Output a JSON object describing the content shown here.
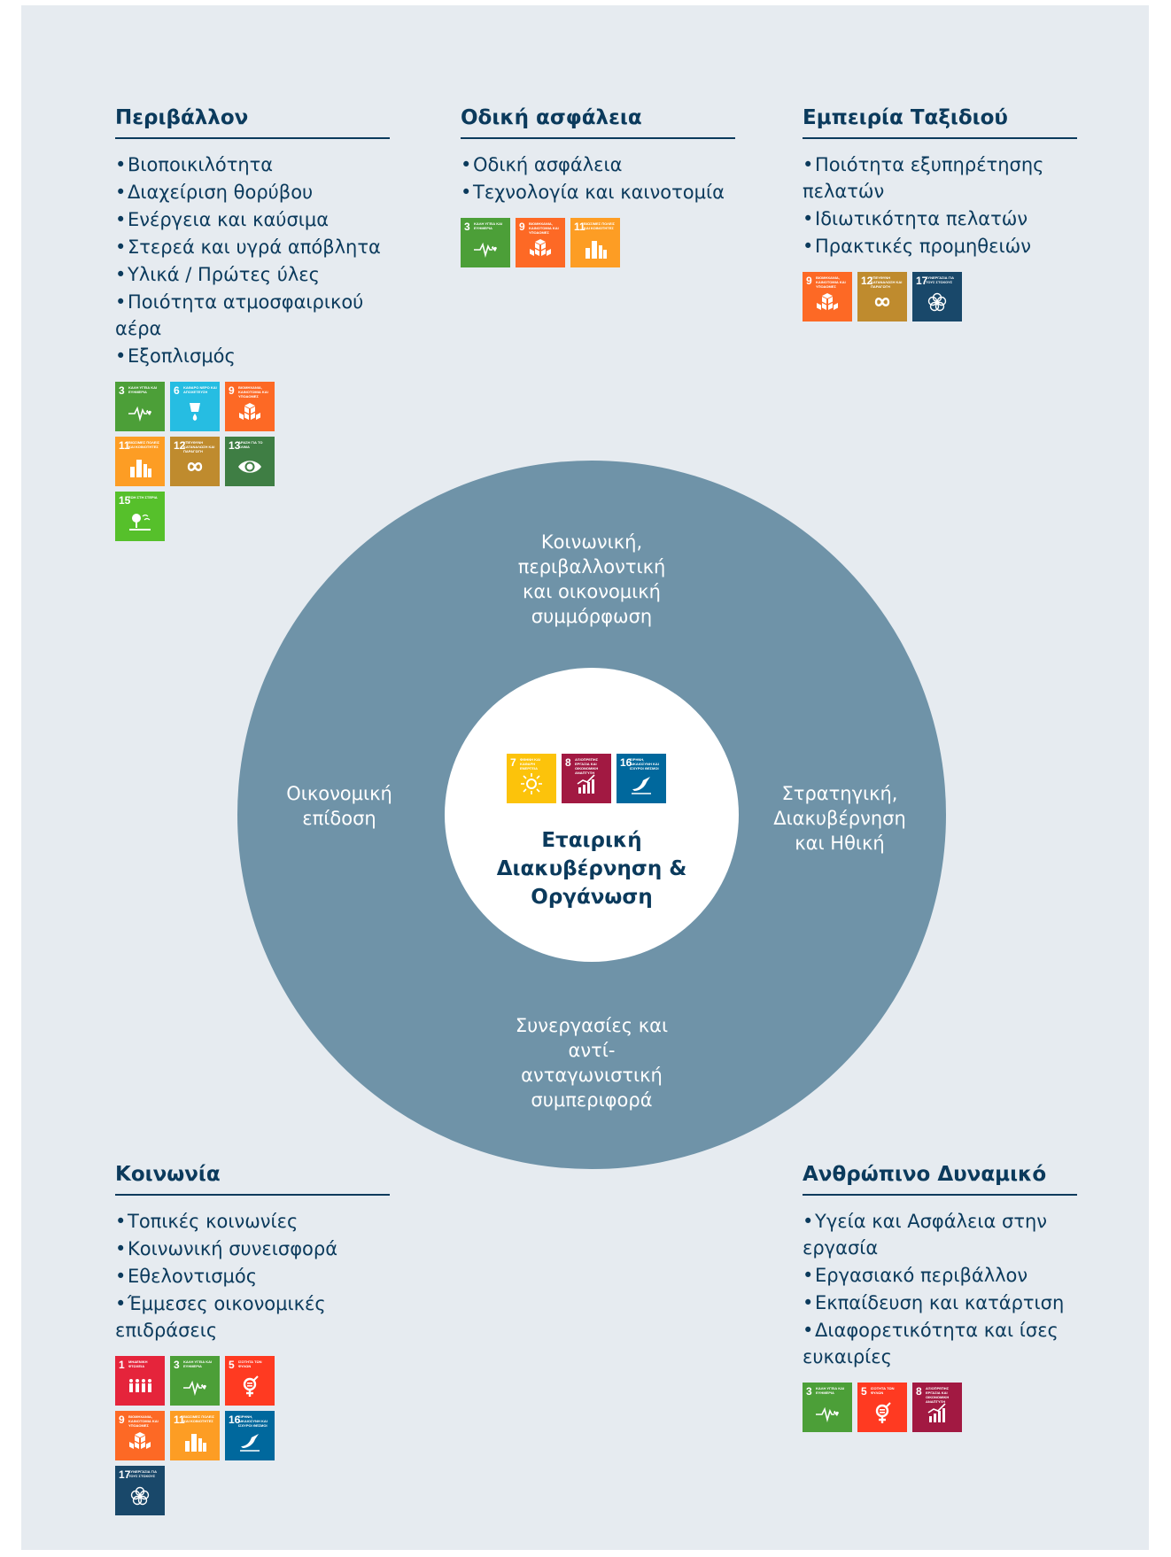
{
  "sections": {
    "environment": {
      "title": "Περιβάλλον",
      "items": [
        "Βιοποικιλότητα",
        "Διαχείριση θορύβου",
        "Ενέργεια και καύσιμα",
        "Στερεά και υγρά απόβλητα",
        "Υλικά / Πρώτες ύλες",
        "Ποιότητα ατμοσφαιρικού αέρα",
        "Εξοπλισμός"
      ],
      "sdgs": [
        3,
        6,
        9,
        11,
        12,
        13,
        15
      ]
    },
    "road_safety": {
      "title": "Οδική ασφάλεια",
      "items": [
        "Οδική ασφάλεια",
        "Τεχνολογία και καινοτομία"
      ],
      "sdgs": [
        3,
        9,
        11
      ]
    },
    "travel": {
      "title": "Εμπειρία Ταξιδιού",
      "items": [
        "Ποιότητα εξυπηρέτησης πελατών",
        "Ιδιωτικότητα πελατών",
        "Πρακτικές προμηθειών"
      ],
      "sdgs": [
        9,
        12,
        17
      ]
    },
    "society": {
      "title": "Κοινωνία",
      "items": [
        "Τοπικές κοινωνίες",
        "Κοινωνική συνεισφορά",
        "Εθελοντισμός",
        "Έμμεσες οικονομικές επιδράσεις"
      ],
      "sdgs": [
        1,
        3,
        5,
        9,
        11,
        16,
        17
      ]
    },
    "human": {
      "title": "Ανθρώπινο Δυναμικό",
      "items": [
        "Υγεία και Ασφάλεια στην εργασία",
        "Εργασιακό περιβάλλον",
        "Εκπαίδευση και κατάρτιση",
        "Διαφορετικότητα και ίσες ευκαιρίες"
      ],
      "sdgs": [
        3,
        5,
        8
      ]
    }
  },
  "ring": {
    "top": "Κοινωνική, περιβαλλοντική και οικονομική συμμόρφωση",
    "left": "Οικονομική επίδοση",
    "right": "Στρατηγική, Διακυβέρνηση και Ηθική",
    "bottom": "Συνεργασίες και αντί-ανταγωνιστική συμπεριφορά"
  },
  "core": {
    "title": "Εταιρική Διακυβέρνηση & Οργάνωση",
    "sdgs": [
      7,
      8,
      16
    ]
  },
  "sdg_catalog": {
    "1": {
      "label": "ΜΗΔΕΝΙΚΗ ΦΤΩΧΕΙΑ",
      "color": "#e5243b",
      "icon": "people-icon"
    },
    "3": {
      "label": "ΚΑΛΗ ΥΓΕΙΑ ΚΑΙ ΕΥΗΜΕΡΙΑ",
      "color": "#4c9f38",
      "icon": "heartbeat-icon"
    },
    "5": {
      "label": "ΙΣΟΤΗΤΑ ΤΩΝ ΦΥΛΩΝ",
      "color": "#ff3a21",
      "icon": "gender-icon"
    },
    "6": {
      "label": "ΚΑΘΑΡΟ ΝΕΡΟ ΚΑΙ ΑΠΟΧΕΤΕΥΣΗ",
      "color": "#26bde2",
      "icon": "water-icon"
    },
    "7": {
      "label": "ΦΘΗΝΗ ΚΑΙ ΚΑΘΑΡΗ ΕΝΕΡΓΕΙΑ",
      "color": "#fcc30b",
      "icon": "sun-icon"
    },
    "8": {
      "label": "ΑΞΙΟΠΡΕΠΗΣ ΕΡΓΑΣΙΑ ΚΑΙ ΟΙΚΟΝΟΜΙΚΗ ΑΝΑΠΤΥΞΗ",
      "color": "#a21942",
      "icon": "growth-icon"
    },
    "9": {
      "label": "ΒΙΟΜΗΧΑΝΙΑ, ΚΑΙΝΟΤΟΜΙΑ ΚΑΙ ΥΠΟΔΟΜΕΣ",
      "color": "#fd6925",
      "icon": "cubes-icon"
    },
    "11": {
      "label": "ΒΙΩΣΙΜΕΣ ΠΟΛΕΙΣ ΚΑΙ ΚΟΙΝΟΤΗΤΕΣ",
      "color": "#fd9d24",
      "icon": "city-icon"
    },
    "12": {
      "label": "ΥΠΕΥΘΥΝΗ ΚΑΤΑΝΑΛΩΣΗ ΚΑΙ ΠΑΡΑΓΩΓΗ",
      "color": "#bf8b2e",
      "icon": "infinity-icon"
    },
    "13": {
      "label": "ΔΡΑΣΗ ΓΙΑ ΤΟ ΚΛΙΜΑ",
      "color": "#3f7e44",
      "icon": "eye-globe-icon"
    },
    "15": {
      "label": "ΖΩΗ ΣΤΗ ΣΤΕΡΙΑ",
      "color": "#56c02b",
      "icon": "tree-icon"
    },
    "16": {
      "label": "ΕΙΡΗΝΗ, ΔΙΚΑΙΟΣΥΝΗ ΚΑΙ ΙΣΧΥΡΟΙ ΘΕΣΜΟΙ",
      "color": "#00689d",
      "icon": "dove-icon"
    },
    "17": {
      "label": "ΣΥΝΕΡΓΑΣΙΑ ΓΙΑ ΤΟΥΣ ΣΤΟΧΟΥΣ",
      "color": "#19486a",
      "icon": "flower-icon"
    }
  }
}
